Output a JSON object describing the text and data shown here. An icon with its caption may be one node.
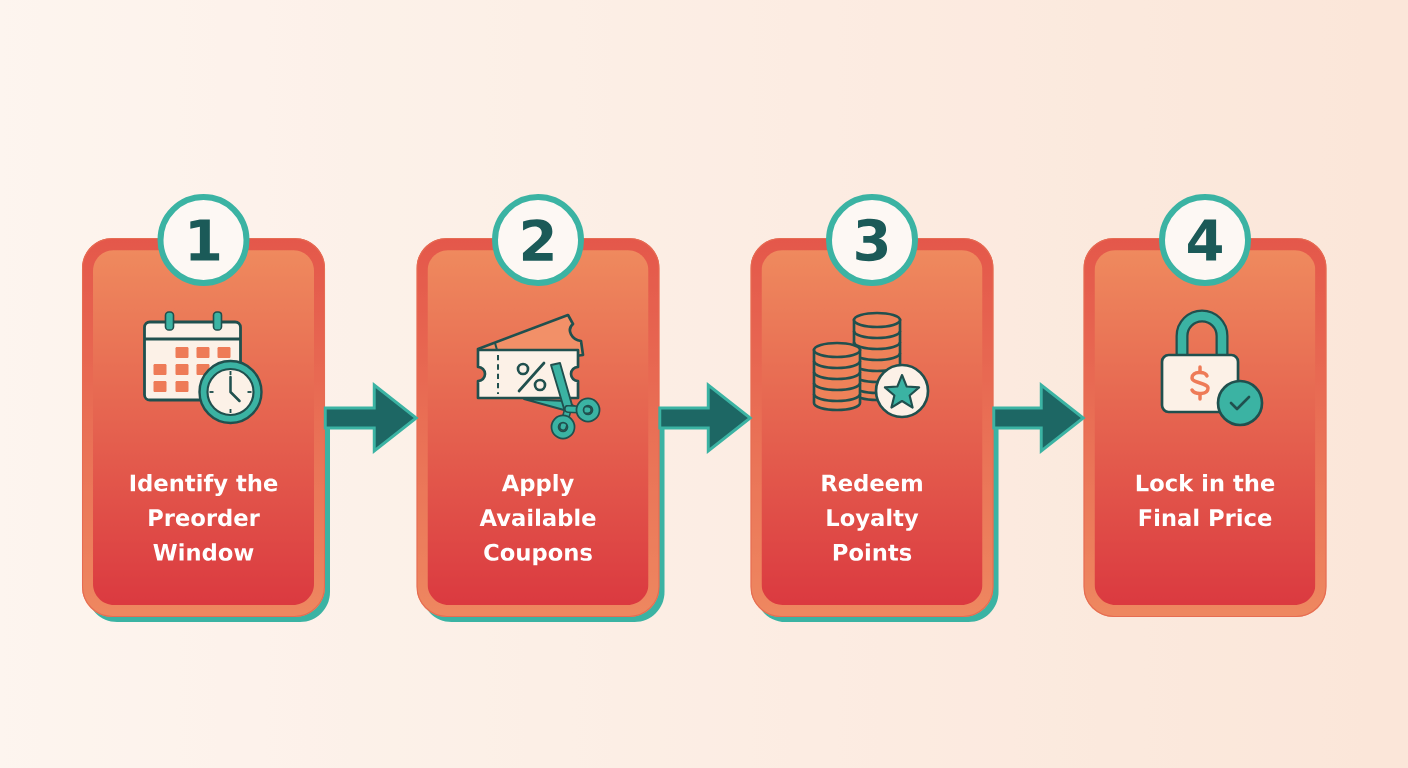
{
  "diagram": {
    "nodes": [
      {
        "text": [
          "1"
        ]
      },
      {
        "text": [
          "Identify the Preorder Window"
        ]
      },
      {
        "text": [
          "2"
        ]
      },
      {
        "text": [
          "Apply Available Coupons"
        ]
      },
      {
        "text": [
          "3"
        ]
      },
      {
        "text": [
          "Redeem Loyalty Points"
        ]
      },
      {
        "text": [
          "4"
        ]
      },
      {
        "text": [
          "Lock in the Final Price"
        ]
      }
    ],
    "edges": [
      {
        "from": 1,
        "to": 3,
        "arrow": "to"
      },
      {
        "from": 3,
        "to": 5,
        "arrow": "to"
      },
      {
        "from": 5,
        "to": 7,
        "arrow": "to"
      }
    ]
  }
}
